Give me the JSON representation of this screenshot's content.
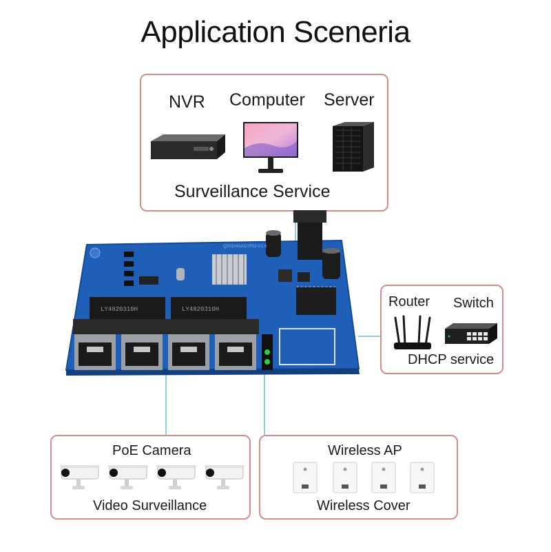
{
  "title": "Application Sceneria",
  "top_group": {
    "devices": [
      "NVR",
      "Computer",
      "Server"
    ],
    "caption": "Surveillance Service"
  },
  "right_group": {
    "devices": [
      "Router",
      "Switch"
    ],
    "caption": "DHCP service"
  },
  "bottom_left_group": {
    "heading": "PoE Camera",
    "caption": "Video Surveillance",
    "camera_count": 4
  },
  "bottom_right_group": {
    "heading": "Wireless AP",
    "caption": "Wireless Cover",
    "ap_count": 4
  },
  "board": {
    "ethernet_ports": 4,
    "chip_labels": [
      "LY4820310H",
      "LY4820310H"
    ],
    "silkscreen": "QZ0104AACUF02-V1.0"
  },
  "colors": {
    "box_border": "#d88a86",
    "connector": "#8fd0dc",
    "pcb": "#1f5fb8"
  }
}
